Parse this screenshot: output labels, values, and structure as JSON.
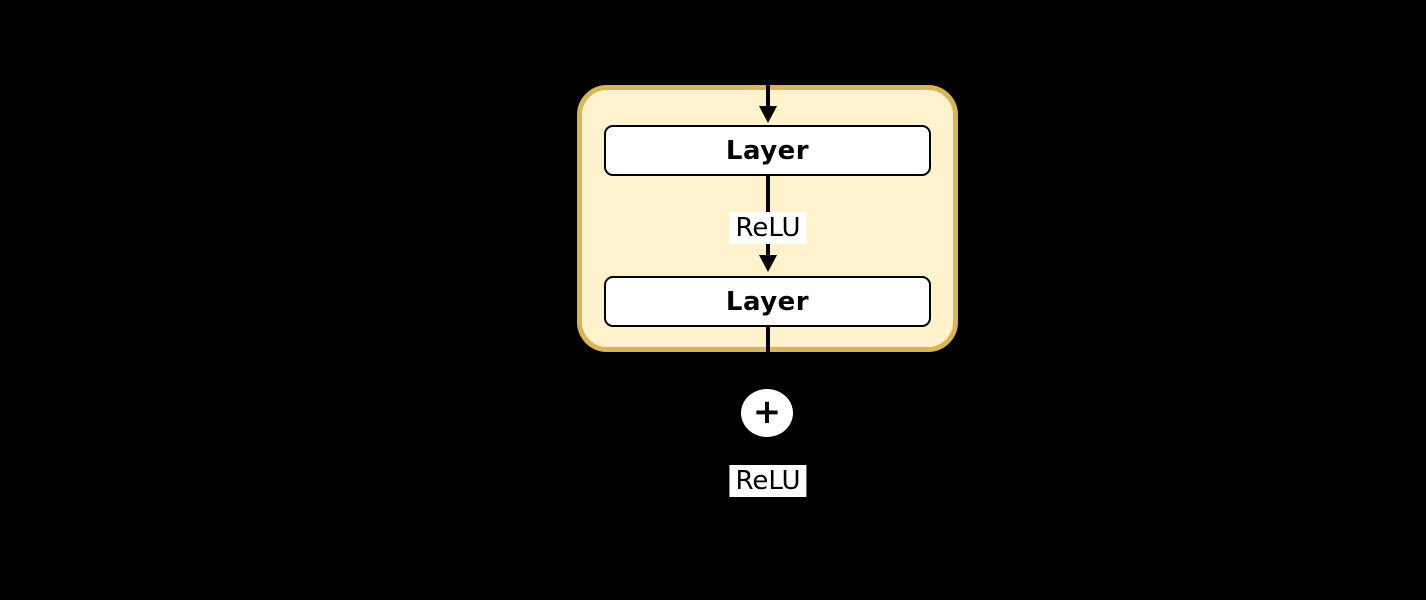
{
  "diagram": {
    "type": "residual-block-flow-diagram",
    "background_color": "#000000",
    "block": {
      "fill_color": "#FFF2CC",
      "border_color": "#D6B656"
    },
    "nodes": {
      "layer1": {
        "label": "Layer"
      },
      "relu_between": {
        "label": "ReLU"
      },
      "layer2": {
        "label": "Layer"
      },
      "add": {
        "label": "+"
      },
      "relu_after": {
        "label": "ReLU"
      }
    }
  }
}
